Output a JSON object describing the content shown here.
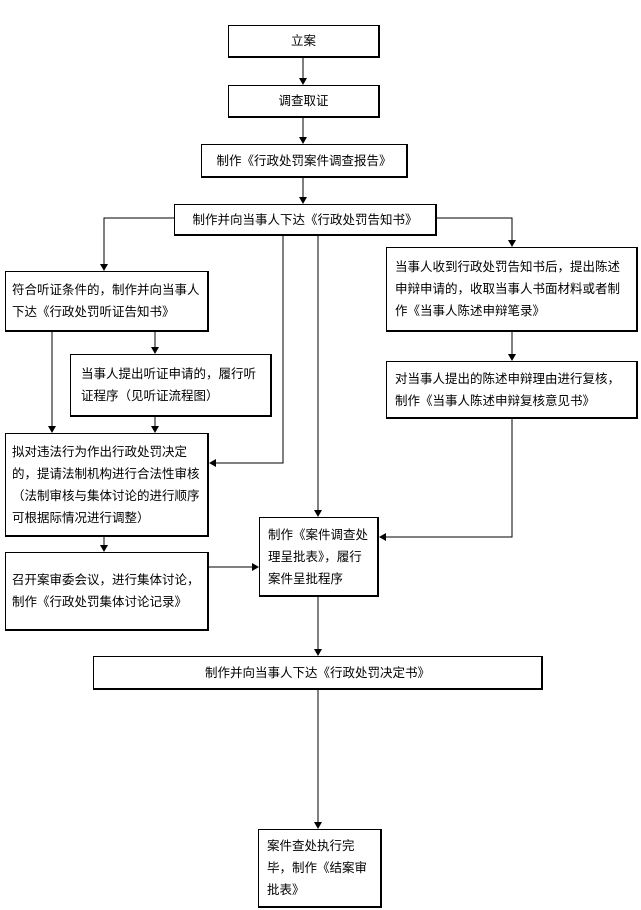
{
  "steps": {
    "file_case": "立案",
    "investigate": "调查取证",
    "investigation_report": "制作《行政处罚案件调查报告》",
    "notice": "制作并向当事人下达《行政处罚告知书》",
    "hearing_notice": "符合听证条件的，制作并向当事人下达《行政处罚听证告知书》",
    "hearing_procedure": "当事人提出听证申请的，履行听证程序（见听证流程图）",
    "legal_review": "拟对违法行为作出行政处罚决定的，提请法制机构进行合法性审核（法制审核与集体讨论的进行顺序可根据际情况进行调整）",
    "committee": "召开案审委会议，进行集体讨论，制作《行政处罚集体讨论记录》",
    "statement": "当事人收到行政处罚告知书后，提出陈述申辩申请的，收取当事人书面材料或者制作《当事人陈述申辩笔录》",
    "review_opinion": "对当事人提出的陈述申辩理由进行复核，制作《当事人陈述申辩复核意见书》",
    "approval_form": "制作《案件调查处理呈批表》，履行案件呈批程序",
    "decision": "制作并向当事人下达《行政处罚决定书》",
    "closing": "案件查处执行完毕，制作《结案审批表》"
  }
}
